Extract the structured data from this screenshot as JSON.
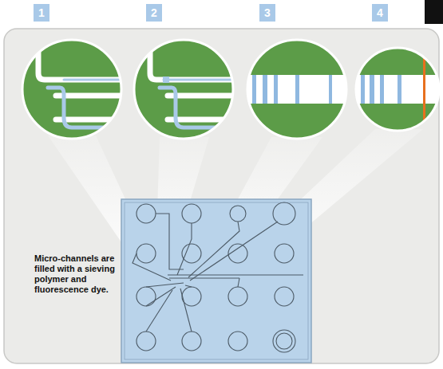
{
  "diagram": {
    "labels": [
      "1",
      "2",
      "3",
      "4",
      "Micro-channels are filled with a sieving polymer and fluorescence dye."
    ]
  }
}
